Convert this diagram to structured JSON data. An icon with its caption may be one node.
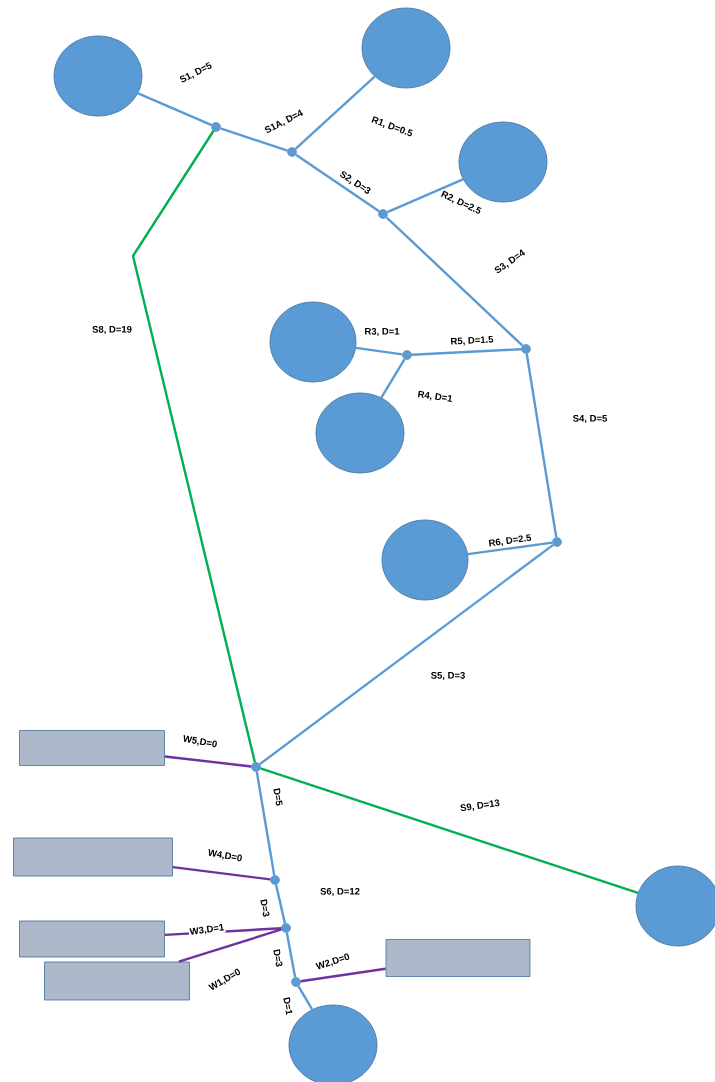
{
  "diagram": {
    "nodes": [
      {
        "text": [],
        "shape": "circle"
      },
      {
        "text": [],
        "shape": "circle"
      },
      {
        "text": [],
        "shape": "circle"
      },
      {
        "text": [],
        "shape": "circle"
      },
      {
        "text": [],
        "shape": "circle"
      },
      {
        "text": [],
        "shape": "circle"
      },
      {
        "text": [],
        "shape": "circle"
      },
      {
        "text": [],
        "shape": "circle"
      },
      {
        "text": [],
        "shape": "box"
      },
      {
        "text": [],
        "shape": "box"
      },
      {
        "text": [],
        "shape": "box"
      },
      {
        "text": [],
        "shape": "box"
      },
      {
        "text": [],
        "shape": "box"
      },
      {
        "text": [],
        "shape": "dot"
      },
      {
        "text": [],
        "shape": "dot"
      },
      {
        "text": [],
        "shape": "dot"
      },
      {
        "text": [],
        "shape": "dot"
      },
      {
        "text": [],
        "shape": "dot"
      },
      {
        "text": [],
        "shape": "dot"
      },
      {
        "text": [],
        "shape": "dot"
      },
      {
        "text": [],
        "shape": "dot"
      },
      {
        "text": [],
        "shape": "dot"
      },
      {
        "text": [],
        "shape": "dot"
      }
    ],
    "edges": [
      {
        "from": 0,
        "to": 13,
        "arrow": "none",
        "label": "S1, D=5"
      },
      {
        "from": 13,
        "to": 14,
        "arrow": "none",
        "label": "S1A, D=4"
      },
      {
        "from": 14,
        "to": 1,
        "arrow": "none",
        "label": "R1, D=0.5"
      },
      {
        "from": 14,
        "to": 15,
        "arrow": "none",
        "label": "S2, D=3"
      },
      {
        "from": 15,
        "to": 2,
        "arrow": "none",
        "label": "R2, D=2.5"
      },
      {
        "from": 15,
        "to": 16,
        "arrow": "none",
        "label": "S3, D=4"
      },
      {
        "from": 17,
        "to": 3,
        "arrow": "none",
        "label": "R3, D=1"
      },
      {
        "from": 17,
        "to": 4,
        "arrow": "none",
        "label": "R4, D=1"
      },
      {
        "from": 17,
        "to": 16,
        "arrow": "none",
        "label": "R5, D=1.5"
      },
      {
        "from": 16,
        "to": 18,
        "arrow": "none",
        "label": "S4, D=5"
      },
      {
        "from": 18,
        "to": 5,
        "arrow": "none",
        "label": "R6, D=2.5"
      },
      {
        "from": 18,
        "to": 19,
        "arrow": "none",
        "label": "S5, D=3"
      },
      {
        "from": 13,
        "to": 19,
        "arrow": "none",
        "label": "S8, D=19",
        "color": "#00b050"
      },
      {
        "from": 19,
        "to": 6,
        "arrow": "none",
        "label": "S9, D=13",
        "color": "#00b050"
      },
      {
        "from": 8,
        "to": 19,
        "arrow": "none",
        "label": "W5,D=0",
        "color": "#7030a0"
      },
      {
        "from": 19,
        "to": 20,
        "arrow": "none",
        "label": "D=5"
      },
      {
        "from": 9,
        "to": 20,
        "arrow": "none",
        "label": "W4,D=0",
        "color": "#7030a0"
      },
      {
        "from": 20,
        "to": 21,
        "arrow": "none",
        "label": "D=3"
      },
      {
        "from": 10,
        "to": 21,
        "arrow": "none",
        "label": "W3,D=1",
        "color": "#7030a0"
      },
      {
        "from": 11,
        "to": 21,
        "arrow": "none",
        "label": "W1,D=0",
        "color": "#7030a0"
      },
      {
        "from": 21,
        "to": 22,
        "arrow": "none",
        "label": "D=3"
      },
      {
        "from": 12,
        "to": 22,
        "arrow": "none",
        "label": "W2,D=0",
        "color": "#7030a0"
      },
      {
        "from": 22,
        "to": 7,
        "arrow": "none",
        "label": "D=1"
      }
    ],
    "labels": [
      "S6, D=12"
    ]
  }
}
